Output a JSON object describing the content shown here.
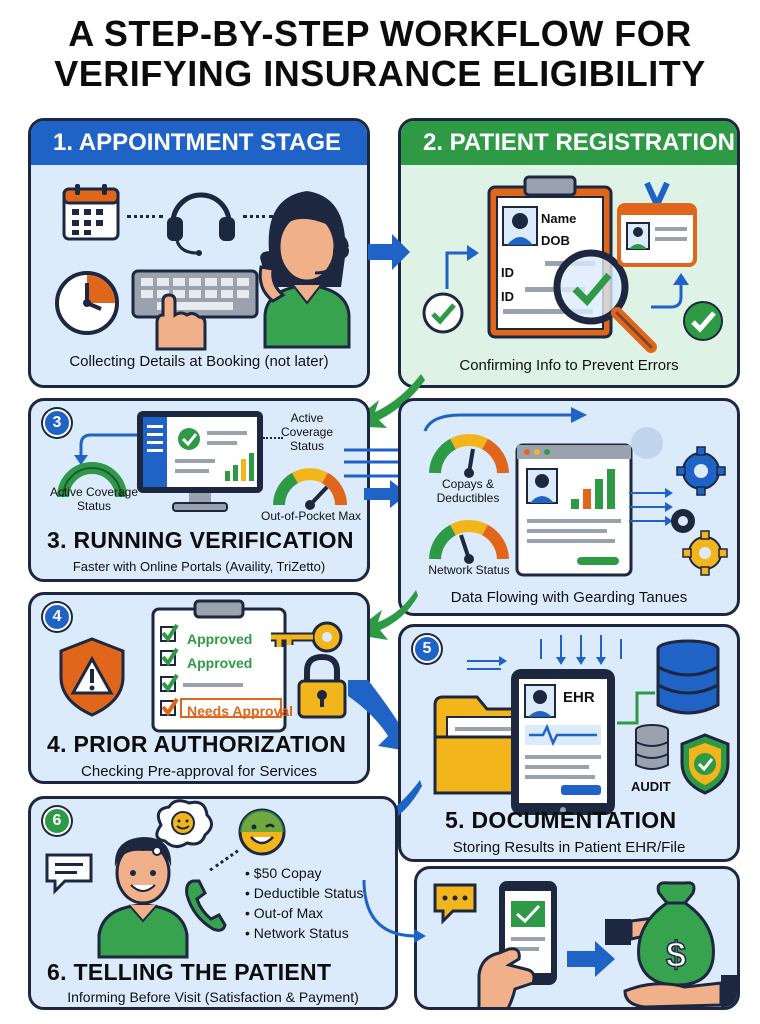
{
  "title": {
    "line1": "A STEP-BY-STEP WORKFLOW FOR",
    "line2": "VERIFYING INSURANCE ELIGIBILITY"
  },
  "step1": {
    "header": "1. APPOINTMENT STAGE",
    "caption": "Collecting Details at Booking (not later)"
  },
  "step2": {
    "header": "2.  PATIENT REGISTRATION",
    "caption": "Confirming Info to Prevent Errors",
    "form_fields": [
      "Name",
      "DOB",
      "ID",
      "ID"
    ]
  },
  "step3": {
    "number": "3",
    "title": "3. RUNNING VERIFICATION",
    "caption": "Faster with Online Portals (Availity, TriZetto)",
    "labels": {
      "active_coverage_top": "Active Coverage Status",
      "active_coverage_left": "Active Coverage Status",
      "out_of_pocket": "Out-of-Pocket Max"
    }
  },
  "data_flow": {
    "caption": "Data Flowing with Gearding Tanues",
    "labels": {
      "copays": "Copays & Deductibles",
      "network": "Network Status"
    }
  },
  "step4": {
    "number": "4",
    "title": "4. PRIOR AUTHORIZATION",
    "caption": "Checking Pre-approval for Services",
    "checklist": [
      "Approved",
      "Approved",
      "",
      "Needs Approval"
    ]
  },
  "step5": {
    "number": "5",
    "title": "5. DOCUMENTATION",
    "caption": "Storing Results in Patient EHR/File",
    "ehr_label": "EHR",
    "audit_label": "AUDIT"
  },
  "step6": {
    "number": "6",
    "title": "6. TELLING THE PATIENT",
    "caption": "Informing Before Visit (Satisfaction & Payment)",
    "bullets": [
      "• $50 Copay",
      "• Deductible Status",
      "• Out-of Max",
      "• Network Status"
    ]
  },
  "colors": {
    "blue": "#1f63c6",
    "green": "#2f9a46",
    "orange": "#e0661c",
    "yellow": "#f2b51c",
    "navy": "#1d2740"
  }
}
